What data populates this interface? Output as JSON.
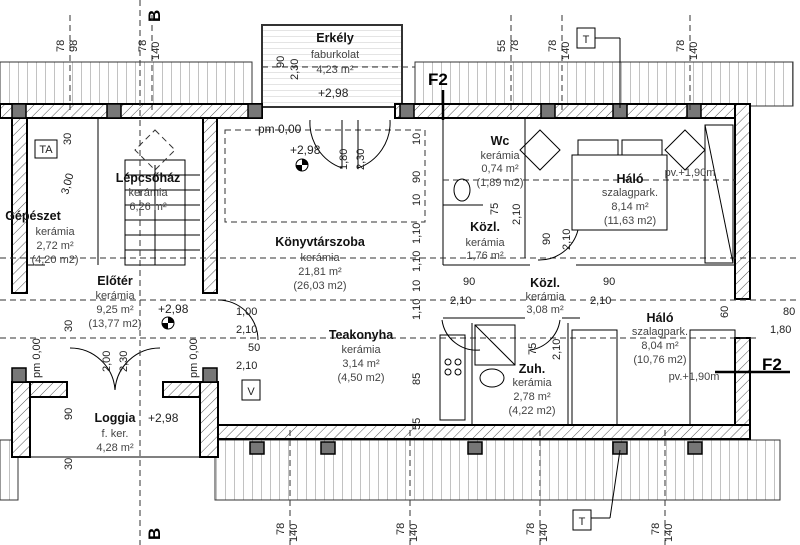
{
  "rooms": {
    "erkely": {
      "name": "Erkély",
      "floor": "faburkolat",
      "area": "4,23 m²",
      "level": "+2,98"
    },
    "lepcsohaz": {
      "name": "Lépcsőház",
      "floor": "kerámia",
      "area": "6,26 m²"
    },
    "gepeszet": {
      "name": "Gépészet",
      "floor": "kerámia",
      "area": "2,72 m²",
      "gross": "(4,20 m2)"
    },
    "eloter": {
      "name": "Előtér",
      "floor": "kerámia",
      "area": "9,25 m²",
      "gross": "(13,77 m2)",
      "level": "+2,98"
    },
    "konyvtarszoba": {
      "name": "Könyvtárszoba",
      "floor": "kerámia",
      "area": "21,81 m²",
      "gross": "(26,03 m2)",
      "level": "+2,98",
      "base": "pm 0,00"
    },
    "teakonyha": {
      "name": "Teakonyha",
      "floor": "kerámia",
      "area": "3,14 m²",
      "gross": "(4,50 m2)"
    },
    "loggia": {
      "name": "Loggia",
      "floor": "f. ker.",
      "area": "4,28 m²",
      "level": "+2,98"
    },
    "wc": {
      "name": "Wc",
      "floor": "kerámia",
      "area": "0,74 m²",
      "gross": "(1,89 m2)"
    },
    "kozl1": {
      "name": "Közl.",
      "floor": "kerámia",
      "area": "1,76 m²"
    },
    "kozl2": {
      "name": "Közl.",
      "floor": "kerámia",
      "area": "3,08 m²"
    },
    "halo1": {
      "name": "Háló",
      "floor": "szalagpark.",
      "area": "8,14 m²",
      "gross": "(11,63 m2)",
      "pv": "pv.+1,90m"
    },
    "halo2": {
      "name": "Háló",
      "floor": "szalagpark.",
      "area": "8,04 m²",
      "gross": "(10,76 m2)",
      "pv": "pv.+1,90m"
    },
    "zuh": {
      "name": "Zuh.",
      "floor": "kerámia",
      "area": "2,78 m²",
      "gross": "(4,22 m2)"
    }
  },
  "tags": {
    "ta": "TA",
    "v": "V",
    "t": "T",
    "section_f2": "F2",
    "section_b": "B"
  },
  "top_dims": [
    {
      "a": "78",
      "b": "98"
    },
    {
      "a": "78",
      "b": "140"
    },
    {
      "a": "55",
      "b": "78"
    },
    {
      "a": "78",
      "b": "140"
    },
    {
      "a": "78",
      "b": "140"
    }
  ],
  "bottom_dims": [
    {
      "a": "78",
      "b": "140"
    },
    {
      "a": "78",
      "b": "140"
    },
    {
      "a": "78",
      "b": "140"
    },
    {
      "a": "78",
      "b": "140"
    }
  ],
  "door_dims": {
    "balcony_door": [
      "1,80",
      "2,30"
    ],
    "balcony_top": [
      "90",
      "2,30"
    ],
    "kitchen": [
      "1,00",
      "2,10",
      "50",
      "2,10"
    ],
    "entrance": [
      "2,00",
      "2,30"
    ],
    "pm_left": "pm 0,00",
    "pm_right": "pm 0,00",
    "stair_height": "3,00",
    "side": [
      "30",
      "10",
      "90",
      "1,10",
      "10",
      "1,10",
      "10",
      "1,10"
    ],
    "kozl": [
      "90",
      "2,10",
      "90",
      "2,10",
      "75",
      "2,10",
      "90",
      "2,10"
    ],
    "zuh": [
      "75",
      "2,10",
      "85",
      "55"
    ],
    "window_right": [
      "60",
      "80",
      "1,80"
    ],
    "loggia": [
      "90",
      "30",
      "30"
    ]
  }
}
